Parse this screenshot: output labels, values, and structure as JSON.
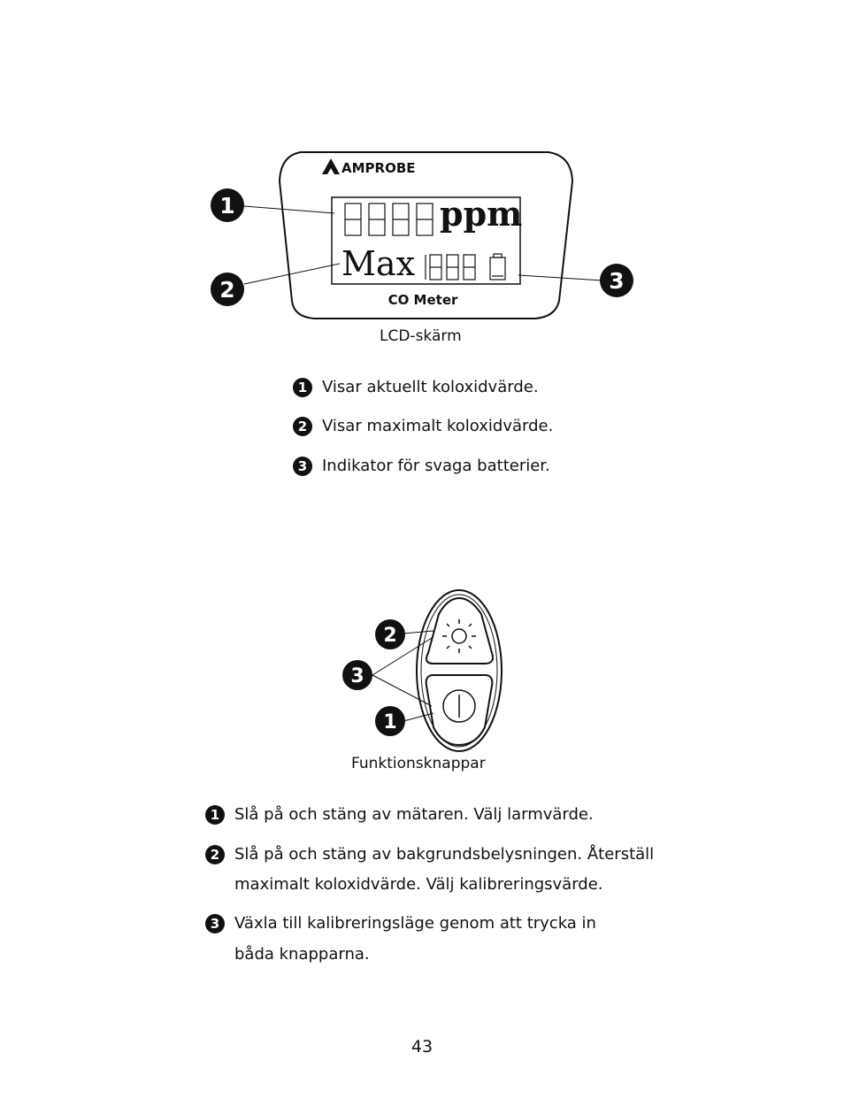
{
  "lcd_figure": {
    "brand": "AMPROBE",
    "unit": "ppm",
    "max_label": "Max",
    "device_label": "CO Meter",
    "callouts": [
      "1",
      "2",
      "3"
    ],
    "caption": "LCD-skärm"
  },
  "lcd_items": [
    {
      "num": "1",
      "text": "Visar aktuellt koloxidvärde."
    },
    {
      "num": "2",
      "text": "Visar maximalt koloxidvärde."
    },
    {
      "num": "3",
      "text": "Indikator för svaga batterier."
    }
  ],
  "buttons_figure": {
    "callouts": [
      "2",
      "3",
      "1"
    ],
    "caption": "Funktionsknappar"
  },
  "button_items": [
    {
      "num": "1",
      "lines": [
        "Slå på och stäng av mätaren. Välj larmvärde."
      ]
    },
    {
      "num": "2",
      "lines": [
        "Slå på och stäng av bakgrundsbelysningen. Återställ",
        "maximalt koloxidvärde. Välj kalibreringsvärde."
      ]
    },
    {
      "num": "3",
      "lines": [
        "Växla till kalibreringsläge genom att trycka in",
        "båda knapparna."
      ]
    }
  ],
  "page_number": "43"
}
